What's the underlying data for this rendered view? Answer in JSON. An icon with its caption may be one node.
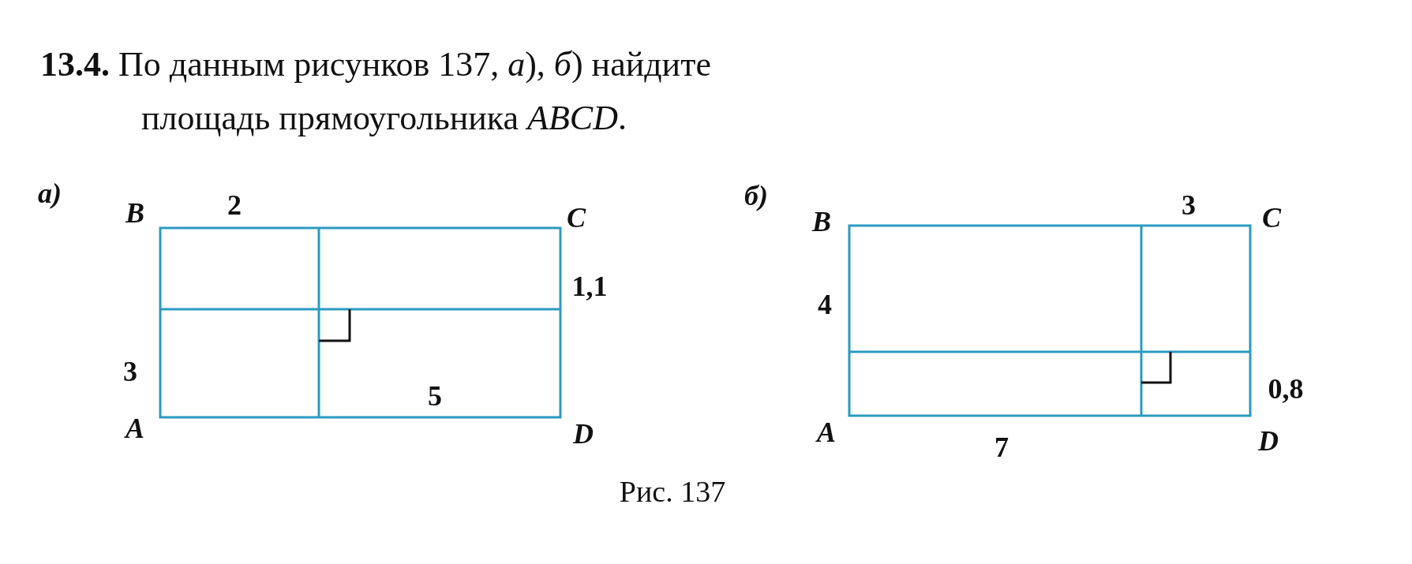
{
  "diagram": {
    "title": "**13.4.** По данным рисунков 137, *а*), *б*) найдите площадь прямоугольника *ABCD*.",
    "caption": "Рис. 137",
    "labels": [
      "а)",
      "B",
      "2",
      "C",
      "1,1",
      "3",
      "5",
      "A",
      "D",
      "б)",
      "B",
      "3",
      "C",
      "4",
      "0,8",
      "A",
      "7",
      "D"
    ]
  }
}
